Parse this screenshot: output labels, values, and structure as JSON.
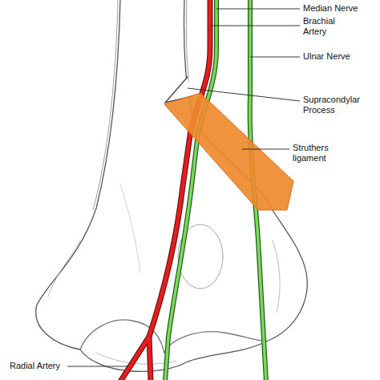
{
  "diagram": {
    "labels": [
      "Median Nerve",
      "Brachial Artery",
      "Ulnar Nerve",
      "Supracondylar Process",
      "Struthers ligament",
      "Radial Artery"
    ]
  }
}
